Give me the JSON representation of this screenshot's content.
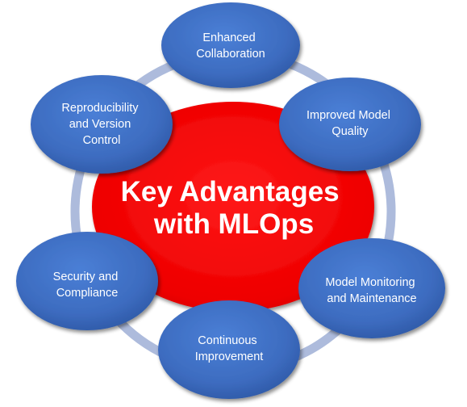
{
  "colors": {
    "center_fill": "#ef0000",
    "node_fill": "#3f6fc4",
    "ring": "#aebcdc",
    "text": "#ffffff"
  },
  "center": {
    "line1": "Key Advantages",
    "line2": "with MLOps"
  },
  "nodes": [
    {
      "id": "enhanced-collaboration",
      "lines": [
        "Enhanced",
        "Collaboration"
      ]
    },
    {
      "id": "improved-model-quality",
      "lines": [
        "Improved Model",
        "Quality"
      ]
    },
    {
      "id": "model-monitoring",
      "lines": [
        "Model Monitoring",
        "and Maintenance"
      ]
    },
    {
      "id": "continuous-improvement",
      "lines": [
        "Continuous",
        "Improvement"
      ]
    },
    {
      "id": "security-compliance",
      "lines": [
        "Security and",
        "Compliance"
      ]
    },
    {
      "id": "reproducibility",
      "lines": [
        "Reproducibility",
        "and Version",
        "Control"
      ]
    }
  ]
}
